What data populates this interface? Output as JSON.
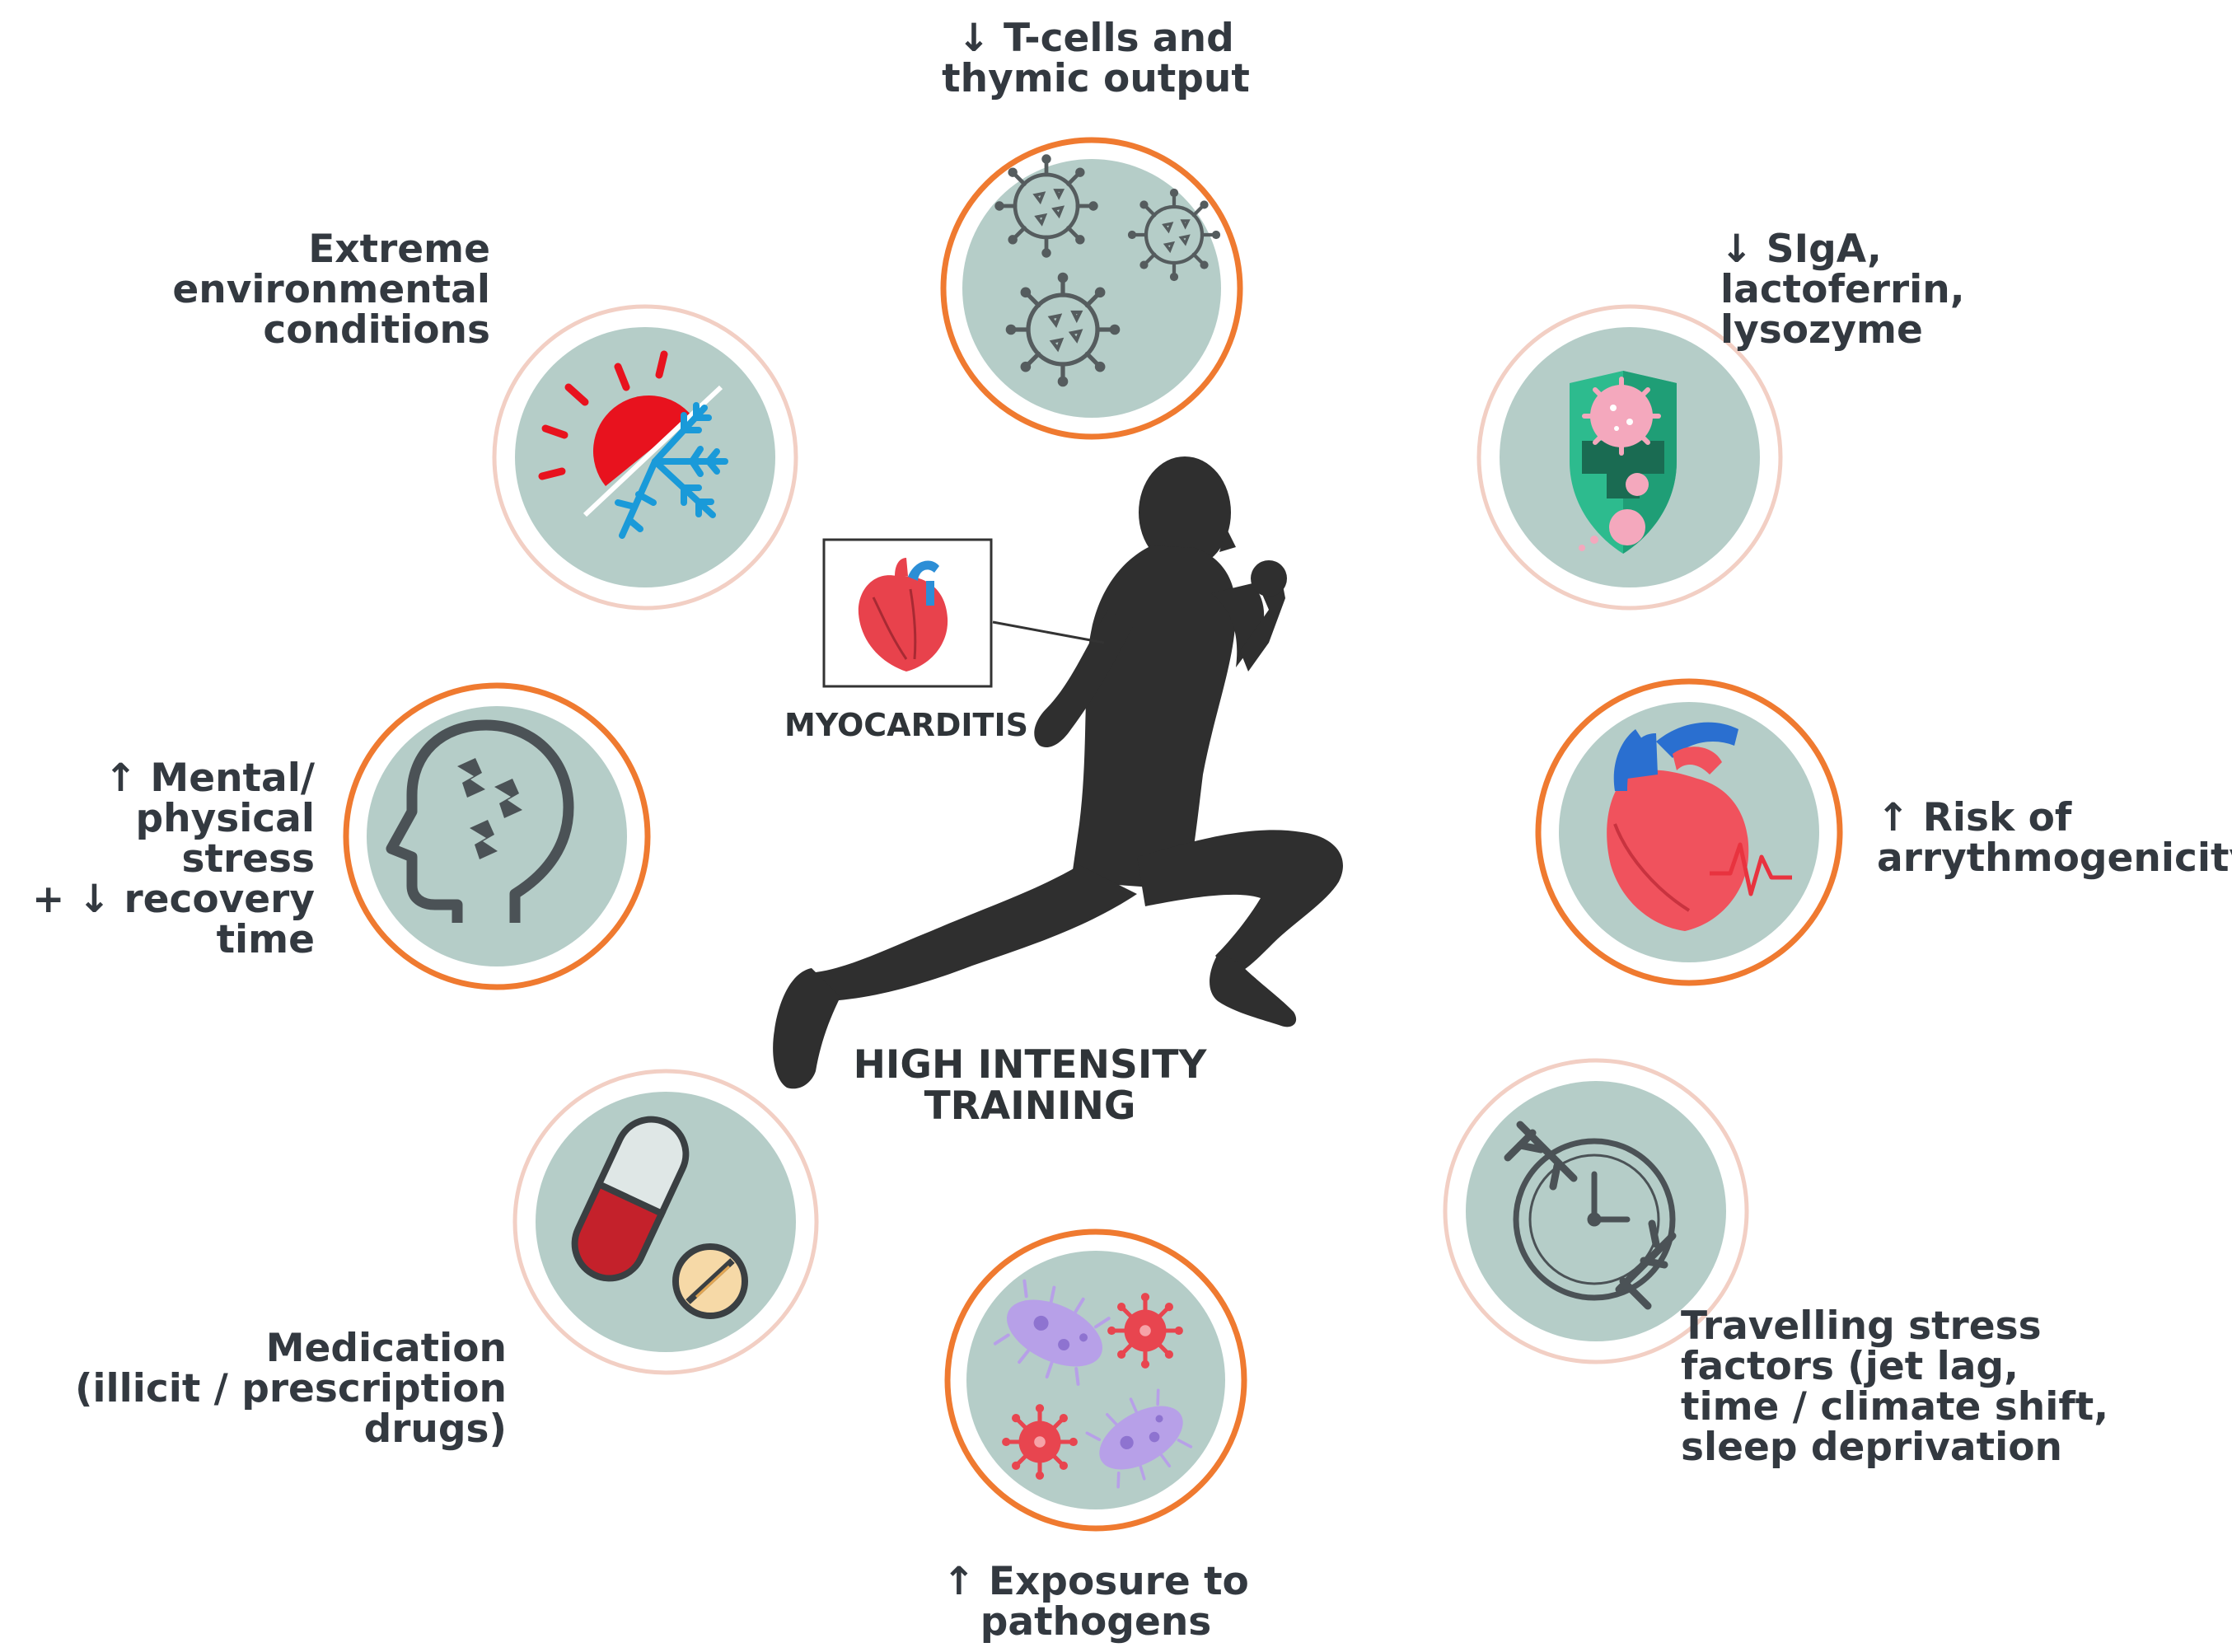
{
  "labels": {
    "tcells": "↓ T-cells and\nthymic output",
    "siga": "↓ SIgA,\nlactoferrin,\nlysozyme",
    "arrhythmia": "↑ Risk of\narrythmogenicity",
    "travel": "Travelling stress\nfactors (jet lag,\ntime / climate shift,\nsleep deprivation",
    "pathogens": "↑ Exposure to\npathogens",
    "medication": "Medication\n(illicit / prescription\ndrugs)",
    "stress": "↑ Mental/\nphysical stress\n+ ↓ recovery\ntime",
    "environment": "Extreme\nenvironmental\nconditions"
  },
  "center": {
    "title": "HIGH INTENSITY\nTRAINING",
    "inset_label": "MYOCARDITIS"
  },
  "colors": {
    "circle_fill": "#b5cdc8",
    "ring_strong": "#ef7a30",
    "ring_soft": "#f2cfc4",
    "silhouette": "#2f2f2f",
    "text": "#333940"
  },
  "icons": {
    "tcells": "t-cell-virus-icon",
    "siga": "shield-cross-icon",
    "arrhythmia": "heart-ecg-icon",
    "travel": "clock-airplanes-icon",
    "pathogens": "bacteria-virus-icon",
    "medication": "pill-capsule-icon",
    "stress": "stressed-head-icon",
    "environment": "sun-snowflake-icon",
    "myocarditis": "heart-icon",
    "runner": "runner-silhouette"
  }
}
